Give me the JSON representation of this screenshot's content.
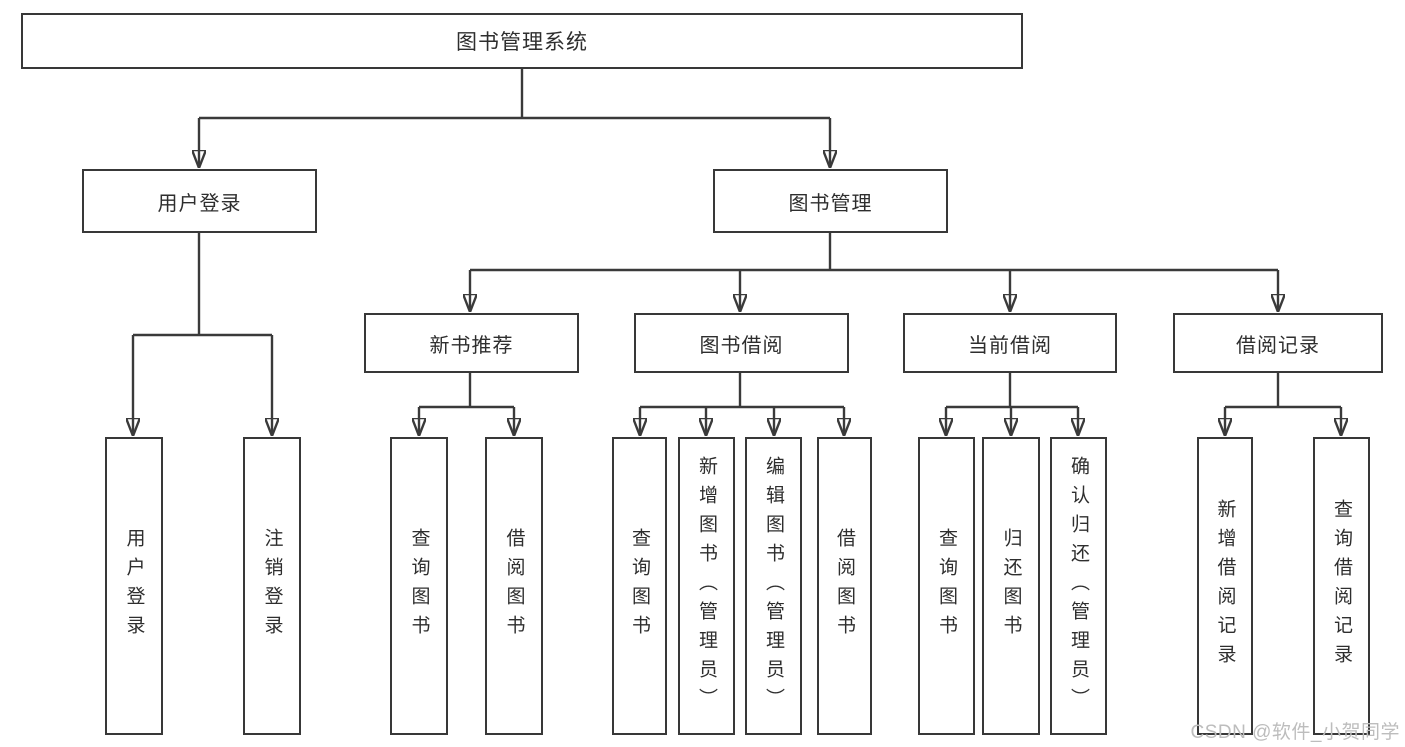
{
  "diagram": {
    "title": "图书管理系统",
    "root": {
      "label": "图书管理系统"
    },
    "level1": [
      {
        "label": "用户登录"
      },
      {
        "label": "图书管理"
      }
    ],
    "level2": [
      {
        "label": "新书推荐",
        "parent": "图书管理"
      },
      {
        "label": "图书借阅",
        "parent": "图书管理"
      },
      {
        "label": "当前借阅",
        "parent": "图书管理"
      },
      {
        "label": "借阅记录",
        "parent": "图书管理"
      }
    ],
    "leaves": [
      {
        "label": "用户登录",
        "parent": "用户登录"
      },
      {
        "label": "注销登录",
        "parent": "用户登录"
      },
      {
        "label": "查询图书",
        "parent": "新书推荐"
      },
      {
        "label": "借阅图书",
        "parent": "新书推荐"
      },
      {
        "label": "查询图书",
        "parent": "图书借阅"
      },
      {
        "label": "新增图书（管理员）",
        "parent": "图书借阅"
      },
      {
        "label": "编辑图书（管理员）",
        "parent": "图书借阅"
      },
      {
        "label": "借阅图书",
        "parent": "图书借阅"
      },
      {
        "label": "查询图书",
        "parent": "当前借阅"
      },
      {
        "label": "归还图书",
        "parent": "当前借阅"
      },
      {
        "label": "确认归还（管理员）",
        "parent": "当前借阅"
      },
      {
        "label": "新增借阅记录",
        "parent": "借阅记录"
      },
      {
        "label": "查询借阅记录",
        "parent": "借阅记录"
      }
    ],
    "colors": {
      "line": "#3a3a3a",
      "box_border": "#383838",
      "text": "#2e2e2e",
      "background": "#ffffff",
      "watermark": "#bdbdbd"
    }
  },
  "watermark": "CSDN @软件_小贺同学"
}
